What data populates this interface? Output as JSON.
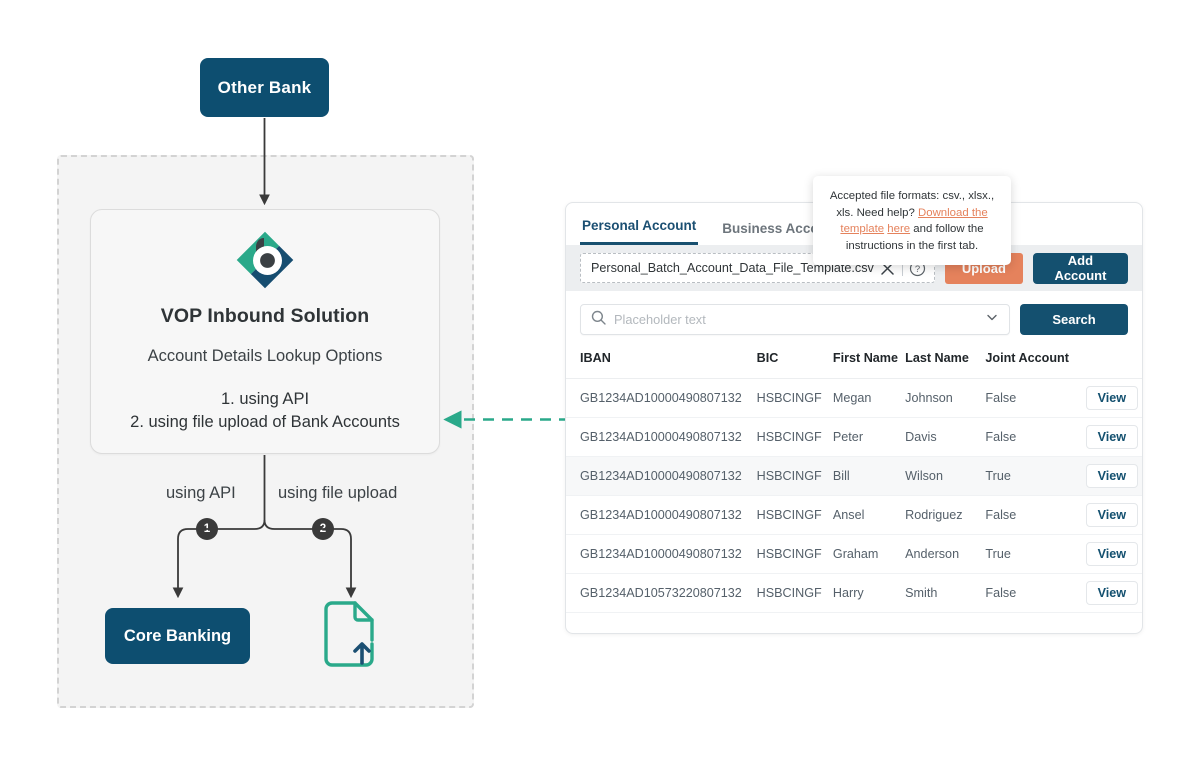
{
  "diagram": {
    "source_node": {
      "label": "Other Bank"
    },
    "solution_card": {
      "logo_name": "blue-b-diamond-logo",
      "title": "VOP Inbound Solution",
      "subtitle": "Account Details Lookup Options",
      "option_1": "1. using API",
      "option_2": "2. using file upload of Bank Accounts"
    },
    "branches": [
      {
        "number": "1",
        "label": "using API",
        "target": "Core Banking"
      },
      {
        "number": "2",
        "label": "using file upload",
        "target": "file-upload-icon"
      }
    ],
    "core_banking_label": "Core Banking",
    "colors": {
      "node_navy": "#0d4e70",
      "teal_accent": "#2aa98a",
      "zone_dashed": "#d3d3d3"
    }
  },
  "panel": {
    "tabs": [
      {
        "label": "Personal Account",
        "active": true
      },
      {
        "label": "Business Account",
        "active": false
      }
    ],
    "upload_bar": {
      "file_name": "Personal_Batch_Account_Data_File_Template.csv",
      "clear_icon": "close-x-icon",
      "help_icon": "question-mark-circle-icon",
      "upload_label": "Upload",
      "add_account_label": "Add Account"
    },
    "tooltip": {
      "line1": "Accepted file formats: csv., xlsx., xls.",
      "line2_pre": "Need help? ",
      "link1": "Download the template",
      "link2": "here",
      "line2_post": " and follow the instructions in the first tab."
    },
    "search": {
      "icon": "search-icon",
      "placeholder": "Placeholder text",
      "value": "",
      "dropdown_icon": "chevron-down-icon",
      "button_label": "Search"
    },
    "table": {
      "columns": [
        "IBAN",
        "BIC",
        "First Name",
        "Last Name",
        "Joint Account",
        ""
      ],
      "action_label": "View",
      "rows": [
        {
          "iban": "GB1234AD10000490807132",
          "bic": "HSBCINGF",
          "first": "Megan",
          "last": "Johnson",
          "joint": "False",
          "action": "View"
        },
        {
          "iban": "GB1234AD10000490807132",
          "bic": "HSBCINGF",
          "first": "Peter",
          "last": "Davis",
          "joint": "False",
          "action": "View"
        },
        {
          "iban": "GB1234AD10000490807132",
          "bic": "HSBCINGF",
          "first": "Bill",
          "last": "Wilson",
          "joint": "True",
          "action": "View"
        },
        {
          "iban": "GB1234AD10000490807132",
          "bic": "HSBCINGF",
          "first": "Ansel",
          "last": "Rodriguez",
          "joint": "False",
          "action": "View"
        },
        {
          "iban": "GB1234AD10000490807132",
          "bic": "HSBCINGF",
          "first": "Graham",
          "last": "Anderson",
          "joint": "True",
          "action": "View"
        },
        {
          "iban": "GB1234AD10573220807132",
          "bic": "HSBCINGF",
          "first": "Harry",
          "last": "Smith",
          "joint": "False",
          "action": "View"
        }
      ]
    },
    "colors": {
      "primary": "#14506f",
      "accent_orange": "#e5825c",
      "toolbar_bg": "#eceef0"
    }
  }
}
